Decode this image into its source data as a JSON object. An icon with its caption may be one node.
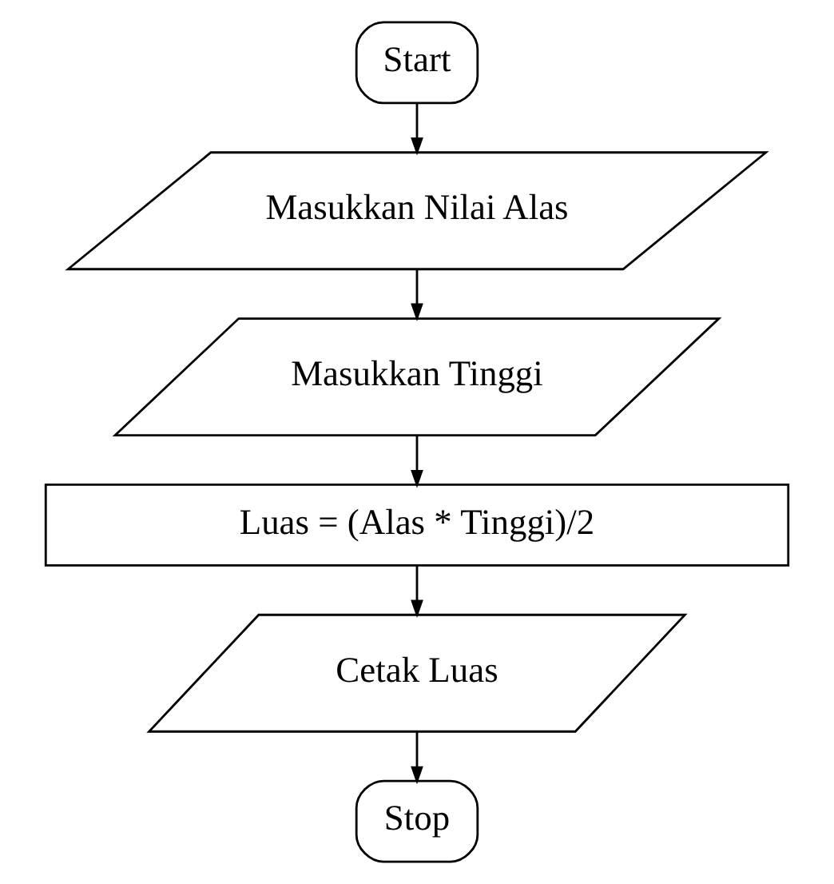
{
  "diagram": {
    "nodes": [
      {
        "text": [
          "Start"
        ]
      },
      {
        "text": [
          "Masukkan Nilai Alas"
        ]
      },
      {
        "text": [
          "Masukkan Tinggi"
        ]
      },
      {
        "text": [
          "Luas = (Alas * Tinggi)/2"
        ]
      },
      {
        "text": [
          "Cetak Luas"
        ]
      },
      {
        "text": [
          "Stop"
        ]
      }
    ],
    "edges": [
      {
        "from": 0,
        "to": 1,
        "arrow": "to"
      },
      {
        "from": 1,
        "to": 2,
        "arrow": "to"
      },
      {
        "from": 2,
        "to": 3,
        "arrow": "to"
      },
      {
        "from": 3,
        "to": 4,
        "arrow": "to"
      },
      {
        "from": 4,
        "to": 5,
        "arrow": "to"
      }
    ]
  }
}
